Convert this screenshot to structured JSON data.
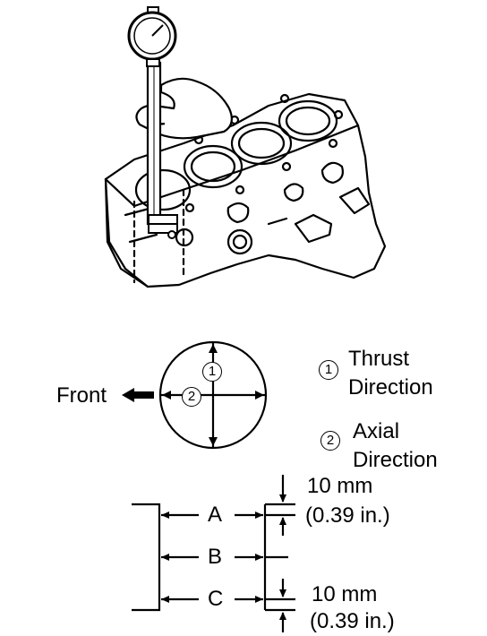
{
  "direction_legend": {
    "front_label": "Front",
    "thrust": {
      "number": "1",
      "line1": "Thrust",
      "line2": "Direction"
    },
    "axial": {
      "number": "2",
      "line1": "Axial",
      "line2": "Direction"
    }
  },
  "bore_diagram": {
    "positions": [
      {
        "label": "A"
      },
      {
        "label": "B"
      },
      {
        "label": "C"
      }
    ],
    "top_dimension": {
      "value": "10 mm",
      "alt": "(0.39 in.)"
    },
    "bottom_dimension": {
      "value": "10 mm",
      "alt": "(0.39 in.)"
    }
  },
  "icons": {
    "illustration": "engine-block-with-cylinder-gauge-illustration",
    "arrow": "left-arrow-icon"
  }
}
